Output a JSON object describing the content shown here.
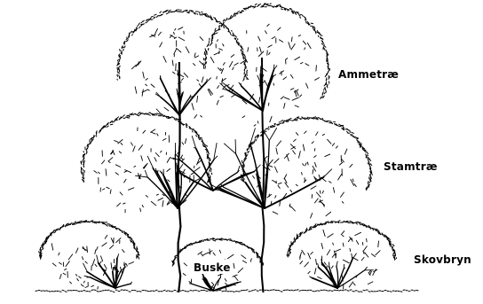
{
  "diagram": {
    "labels": {
      "ammetrae": "Ammetræ",
      "stamtrae": "Stamtræ",
      "skovbryn": "Skovbryn",
      "buske": "Buske"
    },
    "colors": {
      "ink": "#000000",
      "background": "#ffffff"
    }
  }
}
